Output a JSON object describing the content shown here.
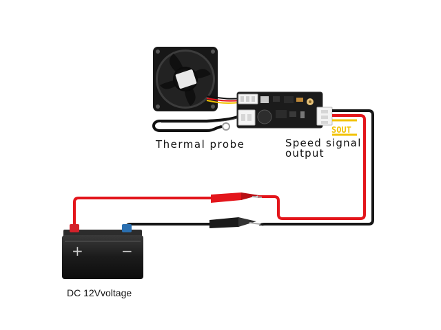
{
  "labels": {
    "thermal_probe": "Thermal probe",
    "speed_signal_line1": "Speed signal",
    "speed_signal_line2": "output",
    "sout": "SOUT",
    "dc_voltage": "DC 12Vvoltage"
  },
  "battery": {
    "plus_symbol": "+",
    "minus_symbol": "−"
  },
  "colors": {
    "wire_red": "#e3151b",
    "wire_black": "#161616",
    "sout_yellow": "#f2c200",
    "board": "#1b1b1b",
    "battery_body": "#1e1e1e",
    "terminal_red": "#d4212a",
    "terminal_blue": "#2a6fb0"
  }
}
